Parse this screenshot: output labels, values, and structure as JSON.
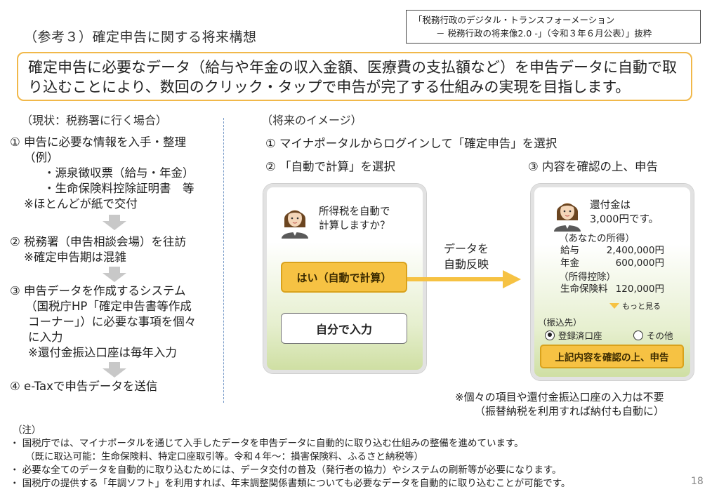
{
  "title": "（参考３）確定申告に関する将来構想",
  "source": {
    "line1": "「税務行政のデジタル・トランスフォーメーション",
    "line2": "－ 税務行政の将来像2.0 -」（令和３年６月公表）」抜粋"
  },
  "summary": {
    "line1": "確定申告に必要なデータ（給与や年金の収入金額、医療費の支払額など）を申告データに自動で取",
    "line2": "り込むことにより、数回のクリック・タップで申告が完了する仕組みの実現を目指します。"
  },
  "current": {
    "heading": "（現状：税務署に行く場合）",
    "step1": {
      "line1": "① 申告に必要な情報を入手・整理",
      "line2": "（例）",
      "line3": "・源泉徴収票（給与・年金）",
      "line4": "・生命保険料控除証明書　等",
      "line5": "※ほとんどが紙で交付"
    },
    "step2": {
      "line1": "② 税務署（申告相談会場）を往訪",
      "line2": "※確定申告期は混雑"
    },
    "step3": {
      "line1": "③ 申告データを作成するシステム",
      "line2": "（国税庁HP「確定申告書等作成",
      "line3": "コーナー」）に必要な事項を個々",
      "line4": "に入力",
      "line5": "※還付金振込口座は毎年入力"
    },
    "step4": "④ e-Taxで申告データを送信"
  },
  "future": {
    "heading": "（将来のイメージ）",
    "step1": "① マイナポータルからログインして「確定申告」を選択",
    "step2": "② 「自動で計算」を選択",
    "step3": "③ 内容を確認の上、申告",
    "phone1": {
      "bubble_line1": "所得税を自動で",
      "bubble_line2": "計算しますか？",
      "yes_button": "はい（自動で計算）",
      "self_button": "自分で入力"
    },
    "arrow_label_line1": "データを",
    "arrow_label_line2": "自動反映",
    "phone2": {
      "bubble_line1": "還付金は",
      "bubble_line2": "3,000円です。",
      "income_heading": "（あなたの所得）",
      "income_rows": [
        {
          "label": "給与",
          "value": "2,400,000円"
        },
        {
          "label": "年金",
          "value": "600,000円"
        }
      ],
      "deduction_heading": "（所得控除）",
      "deduction_row": {
        "label": "生命保険料",
        "value": "120,000円"
      },
      "more_link": "もっと見る",
      "transfer_heading": "（振込先）",
      "radio_registered": "登録済口座",
      "radio_other": "その他",
      "confirm_button": "上記内容を確認の上、申告"
    },
    "note_line1": "※個々の項目や還付金振込口座の入力は不要",
    "note_line2": "（振替納税を利用すれば納付も自動に）"
  },
  "notes": {
    "heading": "（注）",
    "item1_line1": "・ 国税庁では、マイナポータルを通じて入手したデータを申告データに自動的に取り込む仕組みの整備を進めています。",
    "item1_line2": "（既に取込可能：生命保険料、特定口座取引等。令和４年～：損害保険料、ふるさと納税等）",
    "item2": "・ 必要な全てのデータを自動的に取り込むためには、データ交付の普及（発行者の協力）やシステムの刷新等が必要になります。",
    "item3": "・ 国税庁の提供する「年調ソフト」を利用すれば、年末調整関係書類についても必要なデータを自動的に取り込むことが可能です。"
  },
  "page_number": "18",
  "colors": {
    "accent_yellow": "#f6c243",
    "box_border": "#f1b84a",
    "arrow_gray": "#c8c8c8",
    "divider_blue": "#7a9cc9"
  }
}
